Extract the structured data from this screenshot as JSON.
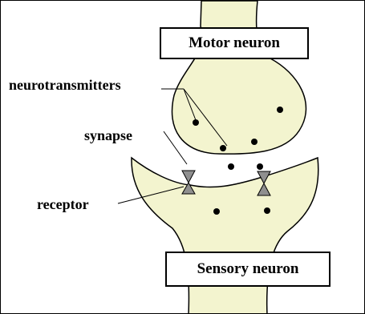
{
  "labels": {
    "motor_neuron": "Motor neuron",
    "neurotransmitters": "neurotransmitters",
    "synapse": "synapse",
    "receptor": "receptor",
    "sensory_neuron": "Sensory neuron"
  },
  "colors": {
    "neuron_fill": "#f3f4cf",
    "receptor_fill": "#8f8f8f",
    "outline": "#000000",
    "background": "#ffffff"
  }
}
